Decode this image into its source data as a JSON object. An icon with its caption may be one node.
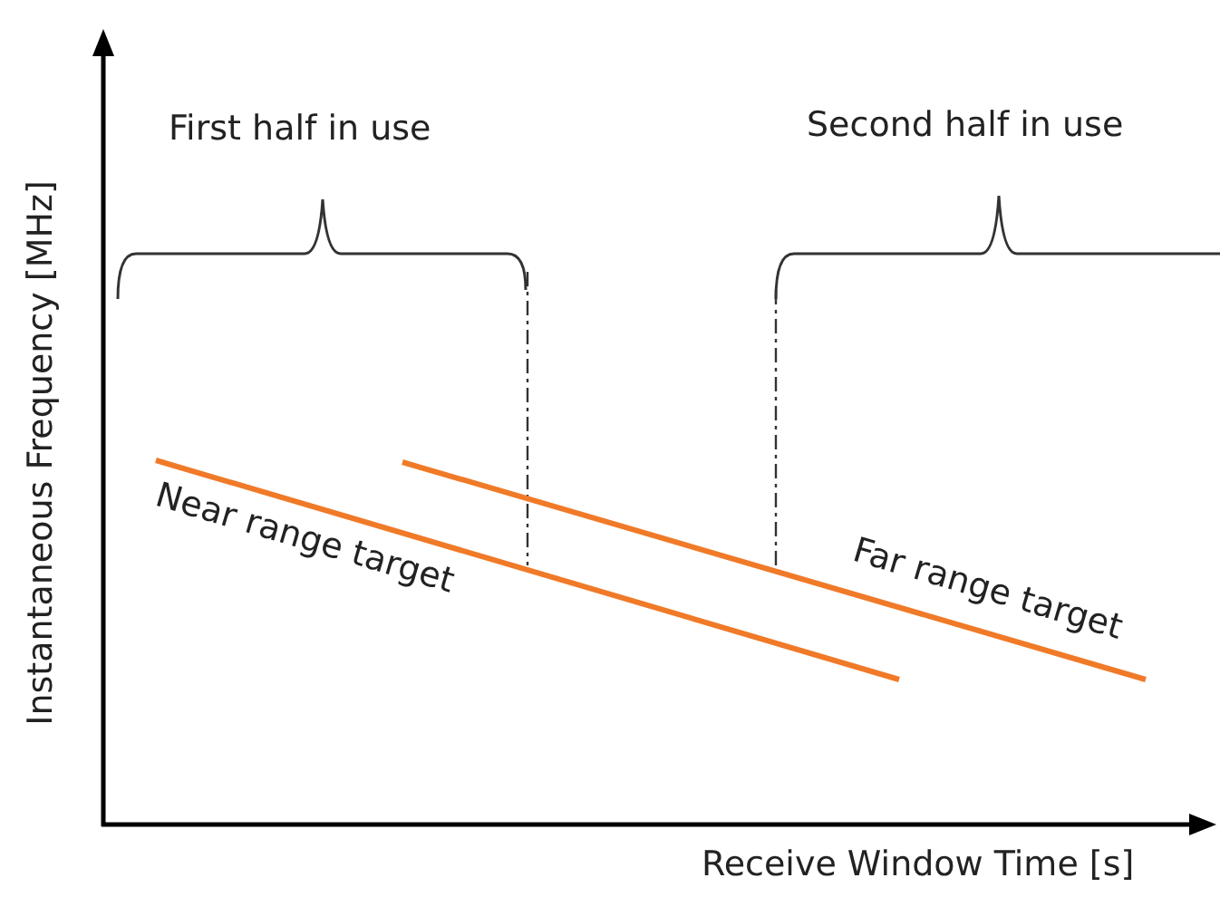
{
  "diagram": {
    "labels": [
      "First half in use",
      "Second half in use",
      "Instantaneous Frequency [MHz]",
      "Near range target",
      "Far range target",
      "Receive Window Time [s]"
    ]
  }
}
